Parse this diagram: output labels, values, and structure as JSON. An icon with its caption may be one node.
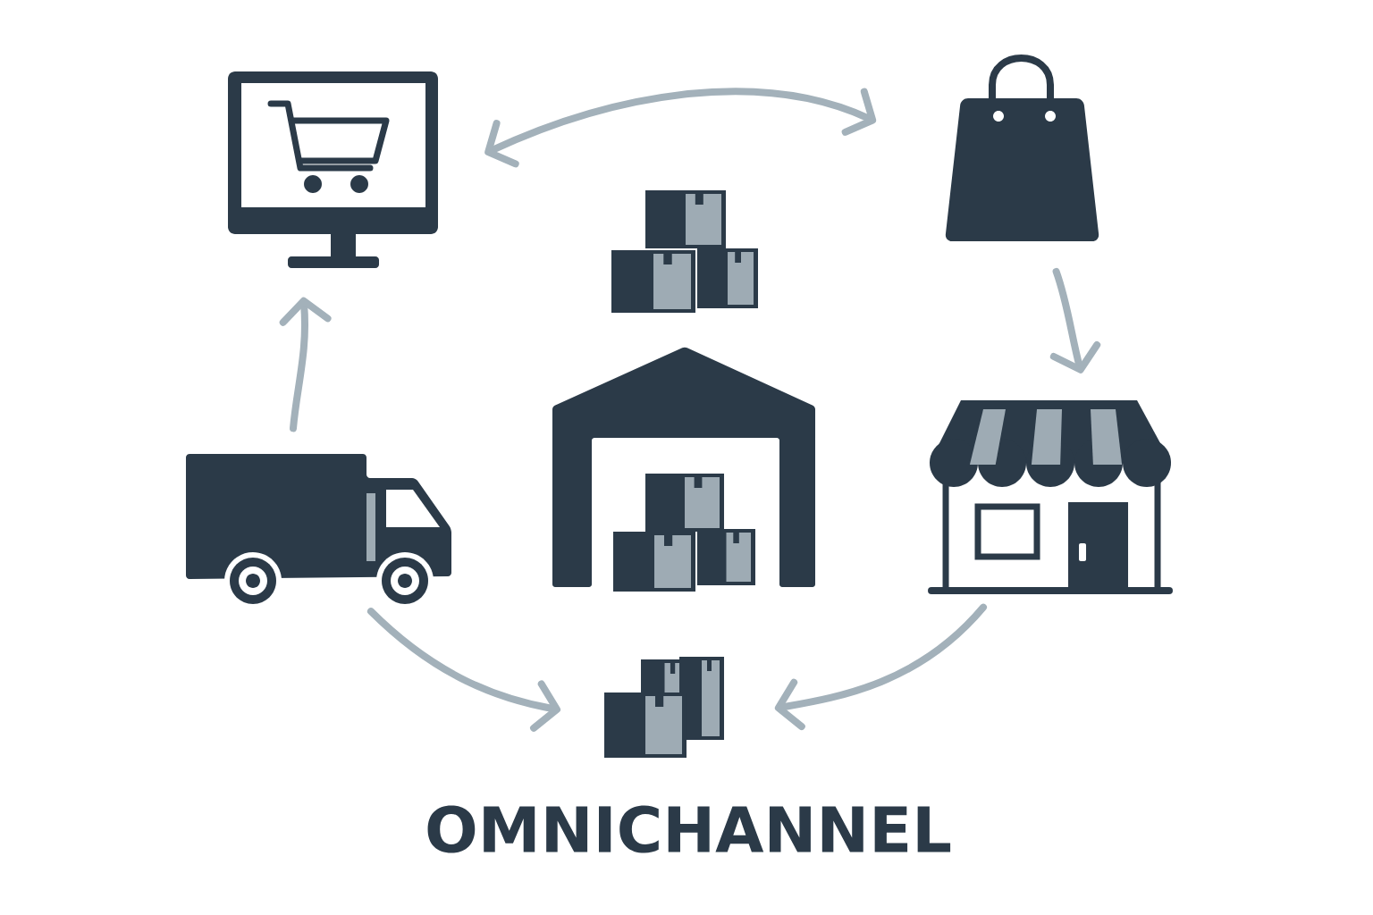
{
  "diagram": {
    "title": "OMNICHANNEL",
    "nodes": [
      {
        "text": [],
        "shape": "picture"
      },
      {
        "text": [],
        "shape": "picture"
      },
      {
        "text": [],
        "shape": "picture"
      },
      {
        "text": [],
        "shape": "picture"
      },
      {
        "text": [],
        "shape": "picture"
      },
      {
        "text": [],
        "shape": "picture"
      },
      {
        "text": [],
        "shape": "picture"
      }
    ],
    "edges": [
      {
        "from": 0,
        "to": 1,
        "arrow": "both"
      },
      {
        "from": 1,
        "to": 5,
        "arrow": "to"
      },
      {
        "from": 4,
        "to": 0,
        "arrow": "to"
      },
      {
        "from": 4,
        "to": 6,
        "arrow": "to"
      },
      {
        "from": 5,
        "to": 6,
        "arrow": "to"
      }
    ]
  }
}
